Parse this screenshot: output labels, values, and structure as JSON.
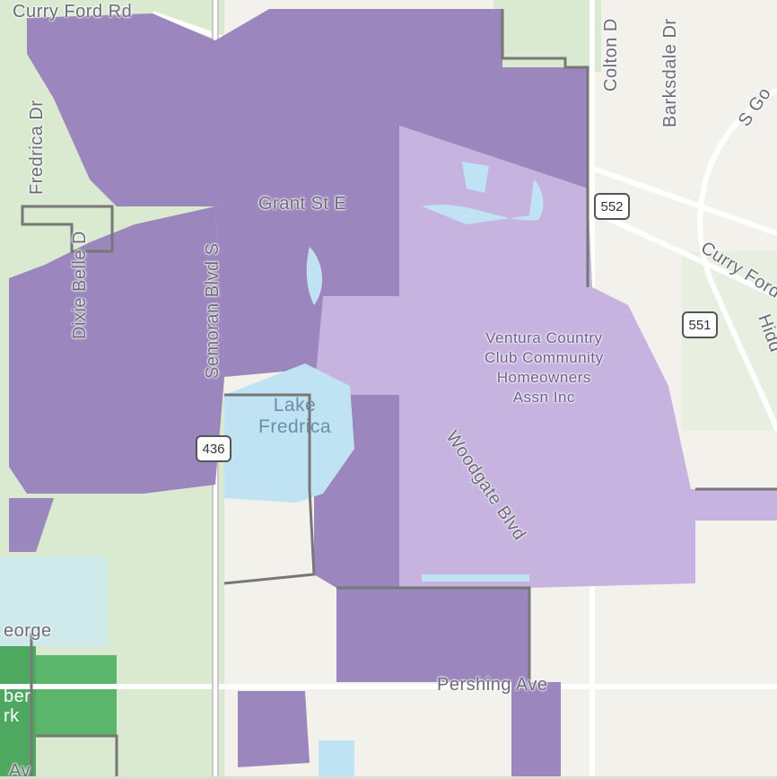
{
  "map": {
    "colors": {
      "land": "#f3f1ec",
      "green": "#d9ead0",
      "dark_green": "#4fa860",
      "water": "#bfe3f2",
      "district_dark": "#9b86bd",
      "district_light": "#c7b3df",
      "boundary": "#777777",
      "road": "#ffffff"
    },
    "roads": {
      "curry_ford_rd_nw": "Curry Ford Rd",
      "fredrica_dr": "Fredrica Dr",
      "colton_dr": "Colton D",
      "barksdale_dr": "Barksdale Dr",
      "s_goldenrod": "S Go",
      "grant_st": "Grant St E",
      "dixie_belle": "Dixie Belle D",
      "semoran_blvd": "Semoran Blvd S",
      "curry_ford_e": "Curry Ford",
      "hidden": "Hidd",
      "woodgate_blvd": "Woodgate Blvd",
      "pershing_ave": "Pershing Ave",
      "george": "eorge",
      "bottom_av": "Av"
    },
    "water_labels": {
      "lake_line1": "Lake",
      "lake_line2": "Fredrica"
    },
    "hoa": {
      "line1": "Ventura Country",
      "line2": "Club Community",
      "line3": "Homeowners",
      "line4": "Assn Inc"
    },
    "park_labels": {
      "line1": "ber",
      "line2": "rk"
    },
    "shields": {
      "s552": "552",
      "s551": "551",
      "s436": "436"
    }
  }
}
